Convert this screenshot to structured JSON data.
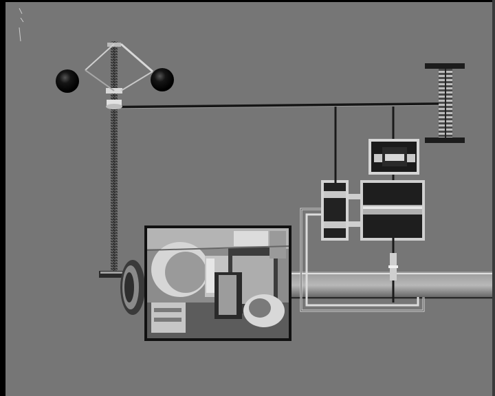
{
  "frame": {
    "background_color": "#767676",
    "line_color": "#1a1a1a",
    "highlight_color": "#d8d8d8",
    "border_color": "#111111"
  },
  "diagram": {
    "components": [
      {
        "id": "flyball-governor",
        "icon": "flyball-governor-icon"
      },
      {
        "id": "governor-spindle",
        "icon": "threaded-spindle-icon"
      },
      {
        "id": "control-linkage",
        "icon": "linkage-lever-icon"
      },
      {
        "id": "compression-spring",
        "icon": "spring-icon"
      },
      {
        "id": "pilot-valve",
        "icon": "pilot-valve-icon"
      },
      {
        "id": "servo-cylinder",
        "icon": "cylinder-icon"
      },
      {
        "id": "steam-valve",
        "icon": "valve-icon"
      },
      {
        "id": "steam-pipe",
        "icon": "pipe-icon"
      },
      {
        "id": "turbine-photo",
        "icon": "turbine-photo-icon"
      }
    ]
  }
}
